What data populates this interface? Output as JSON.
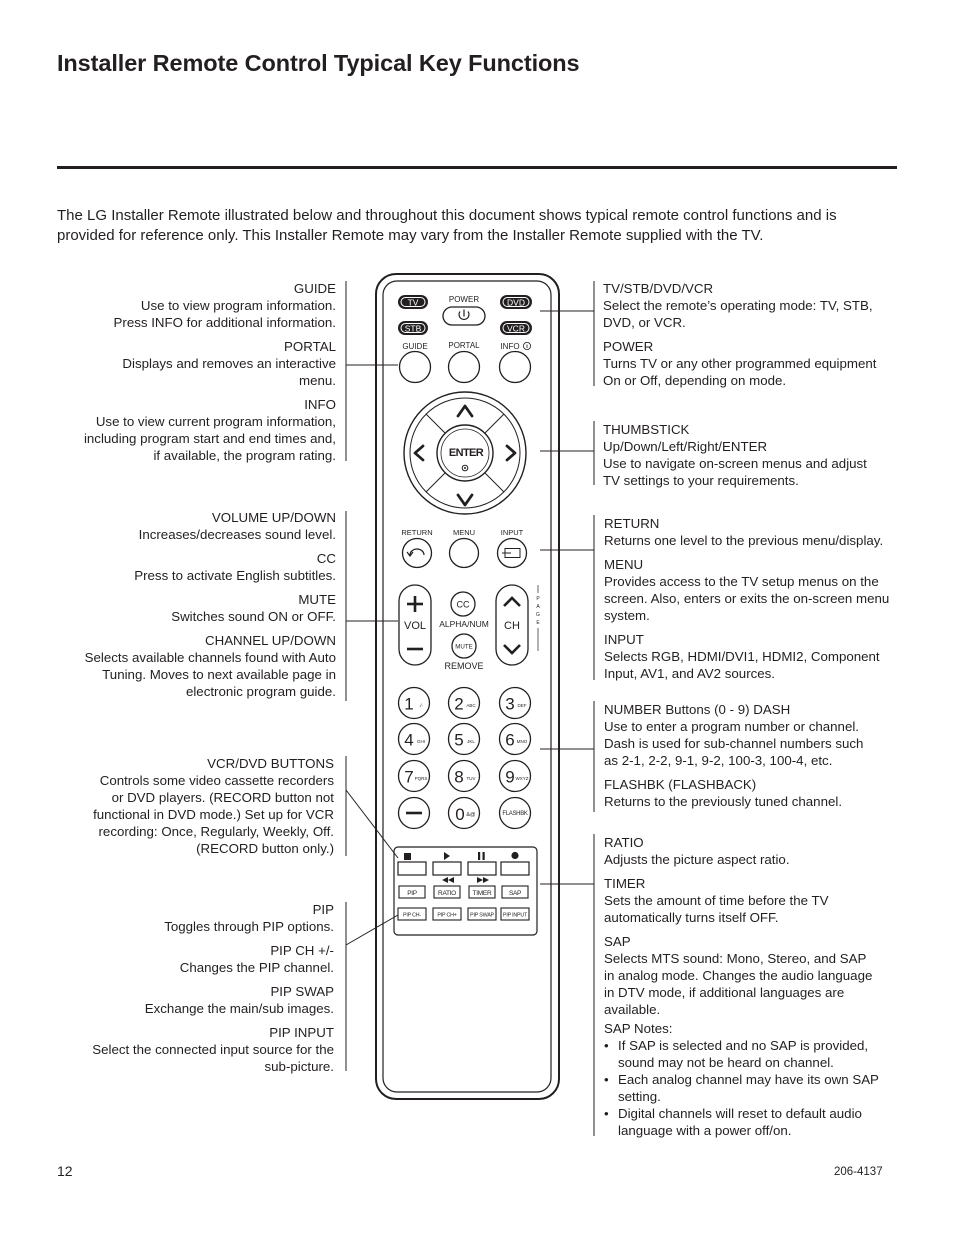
{
  "title": "Installer Remote Control Typical Key Functions",
  "intro": "The LG Installer Remote illustrated below and throughout this document shows typical remote control functions and is provided for reference only. This Installer Remote may vary from the Installer Remote supplied with the TV.",
  "left_groups": [
    {
      "items": [
        {
          "title": "GUIDE",
          "lines": [
            "Use to view program information.",
            "Press INFO for additional information."
          ]
        },
        {
          "title": "PORTAL",
          "lines": [
            "Displays and removes an interactive",
            "menu."
          ]
        },
        {
          "title": "INFO",
          "lines": [
            "Use to view current program information,",
            "including program start and end times and,",
            "if available, the program rating."
          ]
        }
      ]
    },
    {
      "items": [
        {
          "title": "VOLUME UP/DOWN",
          "lines": [
            "Increases/decreases sound level."
          ]
        },
        {
          "title": "CC",
          "lines": [
            "Press to activate English subtitles."
          ]
        },
        {
          "title": "MUTE",
          "lines": [
            "Switches sound ON or OFF."
          ]
        },
        {
          "title": "CHANNEL UP/DOWN",
          "lines": [
            "Selects available channels found with Auto",
            "Tuning. Moves to next available page in",
            "electronic program guide."
          ]
        }
      ]
    },
    {
      "items": [
        {
          "title": "VCR/DVD BUTTONS",
          "lines": [
            "Controls some video cassette recorders",
            "or DVD players. (RECORD button not",
            "functional in DVD mode.) Set up for VCR",
            "recording: Once, Regularly, Weekly, Off.",
            "(RECORD button only.)"
          ]
        }
      ]
    },
    {
      "items": [
        {
          "title": "PIP",
          "lines": [
            "Toggles through PIP options."
          ]
        },
        {
          "title": "PIP CH +/-",
          "lines": [
            "Changes the PIP channel."
          ]
        },
        {
          "title": "PIP SWAP",
          "lines": [
            "Exchange the main/sub images."
          ]
        },
        {
          "title": "PIP INPUT",
          "lines": [
            "Select the connected input source for the",
            "sub-picture."
          ]
        }
      ]
    }
  ],
  "right_groups": [
    {
      "items": [
        {
          "title": "TV/STB/DVD/VCR",
          "lines": [
            "Select the remote’s operating mode: TV, STB,",
            "DVD, or VCR."
          ]
        },
        {
          "title": "POWER",
          "lines": [
            "Turns TV or any other programmed equipment",
            "On or Off, depending on mode."
          ]
        }
      ]
    },
    {
      "items": [
        {
          "title": "THUMBSTICK",
          "lines": [
            "Up/Down/Left/Right/ENTER",
            "Use to navigate on-screen menus and adjust",
            "TV settings to your requirements."
          ]
        }
      ]
    },
    {
      "items": [
        {
          "title": "RETURN",
          "lines": [
            "Returns one level to the previous menu/display."
          ]
        },
        {
          "title": "MENU",
          "lines": [
            "Provides access to the TV setup menus on the",
            "screen. Also, enters or exits the on-screen menu",
            "system."
          ]
        },
        {
          "title": "INPUT",
          "lines": [
            "Selects RGB, HDMI/DVI1, HDMI2, Component",
            "Input, AV1, and AV2 sources."
          ]
        }
      ]
    },
    {
      "items": [
        {
          "title": "NUMBER Buttons (0 - 9) DASH",
          "lines": [
            "Use to enter a program number or channel.",
            "Dash is used for sub-channel numbers such",
            "as 2-1, 2-2, 9-1, 9-2, 100-3, 100-4, etc."
          ]
        },
        {
          "title": "FLASHBK (FLASHBACK)",
          "lines": [
            "Returns to the previously tuned channel."
          ]
        }
      ]
    },
    {
      "items": [
        {
          "title": "RATIO",
          "lines": [
            "Adjusts the picture aspect ratio."
          ]
        },
        {
          "title": "TIMER",
          "lines": [
            "Sets the amount of time before the TV",
            "automatically turns itself OFF."
          ]
        },
        {
          "title": "SAP",
          "lines": [
            "Selects MTS sound: Mono, Stereo, and SAP",
            "in analog mode. Changes the audio language",
            "in DTV mode, if additional languages are",
            "available."
          ]
        }
      ]
    }
  ],
  "sap_notes": {
    "heading": "SAP Notes:",
    "items": [
      [
        "If SAP is selected and no SAP is provided,",
        "sound may not be heard on channel."
      ],
      [
        "Each analog channel may have its own SAP",
        "setting."
      ],
      [
        "Digital channels will reset to default audio",
        "language with a power off/on."
      ]
    ]
  },
  "remote": {
    "mode_buttons": [
      "TV",
      "STB",
      "DVD",
      "VCR"
    ],
    "power_label": "POWER",
    "top_labels": [
      "GUIDE",
      "PORTAL",
      "INFO"
    ],
    "enter": "ENTER",
    "nav_labels": [
      "RETURN",
      "MENU",
      "INPUT"
    ],
    "vol": "VOL",
    "ch": "CH",
    "cc": "CC",
    "alpha": "ALPHA/NUM",
    "mute": "MUTE",
    "remove": "REMOVE",
    "page_letters": [
      "P",
      "A",
      "G",
      "E"
    ],
    "numbers": [
      {
        "d": "1",
        "s": "./-"
      },
      {
        "d": "2",
        "s": "ABC"
      },
      {
        "d": "3",
        "s": "DEF"
      },
      {
        "d": "4",
        "s": "GHI"
      },
      {
        "d": "5",
        "s": "JKL"
      },
      {
        "d": "6",
        "s": "MNO"
      },
      {
        "d": "7",
        "s": "PQRS"
      },
      {
        "d": "8",
        "s": "TUV"
      },
      {
        "d": "9",
        "s": "WXYZ"
      }
    ],
    "zero": "0",
    "zero_sub": "&@",
    "flashbk": "FLASHBK",
    "func_row": [
      "PIP",
      "RATIO",
      "TIMER",
      "SAP"
    ],
    "pip_row": [
      "PIP CH-",
      "PIP CH+",
      "PIP SWAP",
      "PIP INPUT"
    ]
  },
  "page_number": "12",
  "doc_number": "206-4137"
}
